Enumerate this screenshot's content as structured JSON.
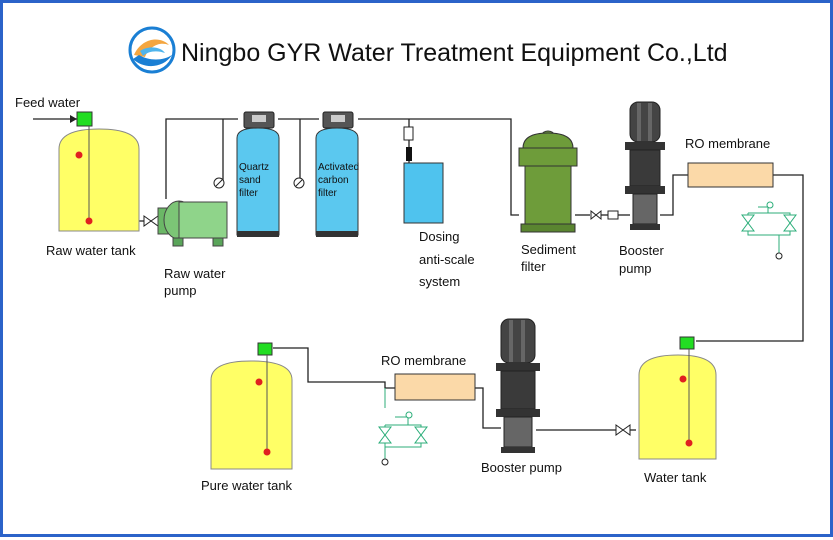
{
  "header": {
    "title": "Ningbo GYR Water Treatment Equipment Co.,Ltd"
  },
  "labels": {
    "feed_water": "Feed water",
    "raw_water_tank": "Raw water tank",
    "raw_water_pump_1": "Raw water",
    "raw_water_pump_2": "pump",
    "quartz_1": "Quartz",
    "quartz_2": "sand",
    "quartz_3": "filter",
    "carbon_1": "Activated",
    "carbon_2": "carbon",
    "carbon_3": "filter",
    "dosing_1": "Dosing",
    "dosing_2": "anti-scale",
    "dosing_3": "system",
    "sediment_1": "Sediment",
    "sediment_2": "filter",
    "booster_1": "Booster",
    "booster_2": "pump",
    "ro_membrane_top": "RO membrane",
    "ro_membrane_bottom": "RO membrane",
    "booster_bottom": "Booster pump",
    "water_tank": "Water tank",
    "pure_water_tank": "Pure water tank"
  },
  "colors": {
    "tank_yellow": "#ffff66",
    "filter_blue": "#5bc8ef",
    "pump_green": "#7cc576",
    "sediment_green": "#6e9c3a",
    "membrane_tan": "#fbd9a8",
    "sensor_green": "#22dd22",
    "float_red": "#e02020",
    "pipe": "#222222",
    "frame_blue": "#2b63c9"
  }
}
